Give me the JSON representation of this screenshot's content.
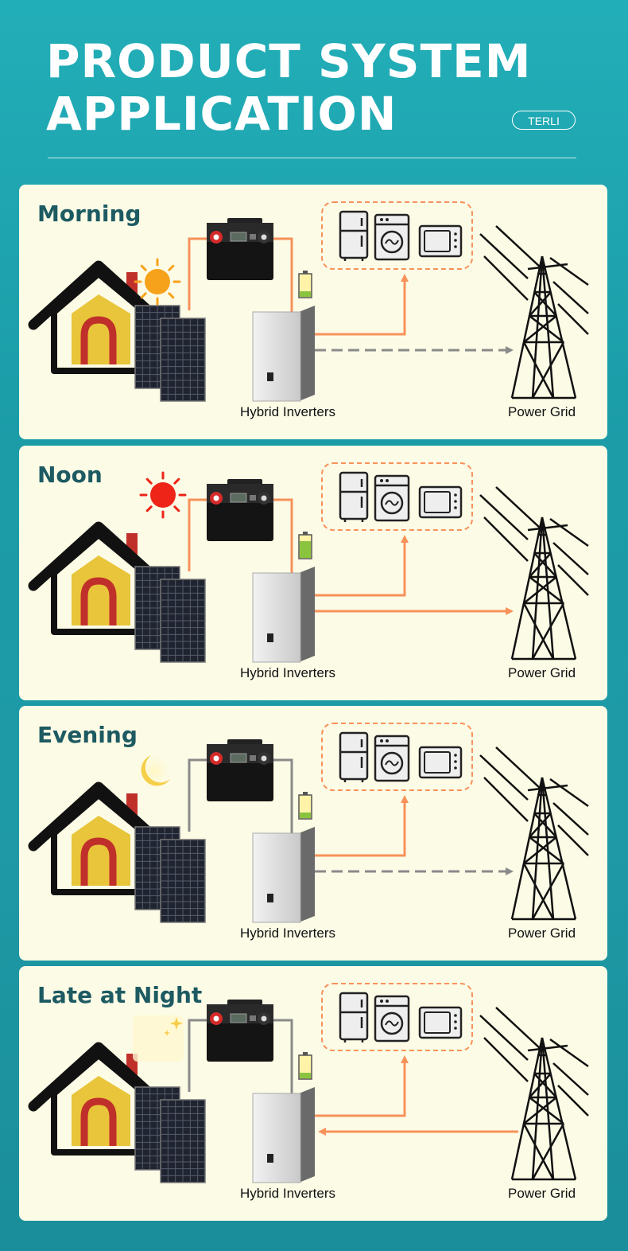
{
  "header": {
    "title_line1": "PRODUCT SYSTEM",
    "title_line2": "APPLICATION",
    "brand": "TERLI"
  },
  "labels": {
    "inverter": "Hybrid Inverters",
    "grid": "Power Grid"
  },
  "colors": {
    "background": "#1fa6b0",
    "panel": "#fcfbe6",
    "title_text": "#1d5a62",
    "active_line": "#f7925a",
    "inactive_line": "#8a8a8a",
    "house_fill": "#e8c53a",
    "door": "#c0302a"
  },
  "scenarios": [
    {
      "id": "morning",
      "title": "Morning",
      "celestial": "sun-icon",
      "sun_color": "#f7a21b",
      "panel_link": "active",
      "battery_level": 0.25,
      "grid_flow": "standby"
    },
    {
      "id": "noon",
      "title": "Noon",
      "celestial": "sun-icon",
      "sun_color": "#ee2418",
      "panel_link": "active",
      "battery_level": 0.75,
      "grid_flow": "export"
    },
    {
      "id": "evening",
      "title": "Evening",
      "celestial": "moon-icon",
      "panel_link": "inactive",
      "battery_level": 0.25,
      "grid_flow": "standby"
    },
    {
      "id": "late-night",
      "title": "Late at Night",
      "celestial": "moon-stars-icon",
      "panel_link": "inactive",
      "battery_level": 0.25,
      "grid_flow": "import"
    }
  ]
}
